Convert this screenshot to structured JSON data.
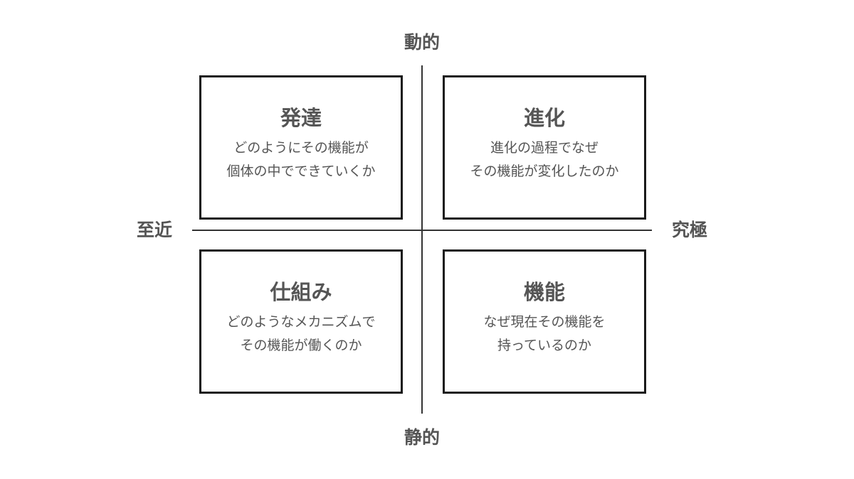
{
  "axes": {
    "top": "動的",
    "bottom": "静的",
    "left": "至近",
    "right": "究極"
  },
  "quadrants": {
    "top_left": {
      "title": "発達",
      "lines": [
        "どのようにその機能が",
        "個体の中でできていくか"
      ]
    },
    "top_right": {
      "title": "進化",
      "lines": [
        "進化の過程でなぜ",
        "その機能が変化したのか"
      ]
    },
    "bottom_left": {
      "title": "仕組み",
      "lines": [
        "どのようなメカニズムで",
        "その機能が働くのか"
      ]
    },
    "bottom_right": {
      "title": "機能",
      "lines": [
        "なぜ現在その機能を",
        "持っているのか"
      ]
    }
  }
}
